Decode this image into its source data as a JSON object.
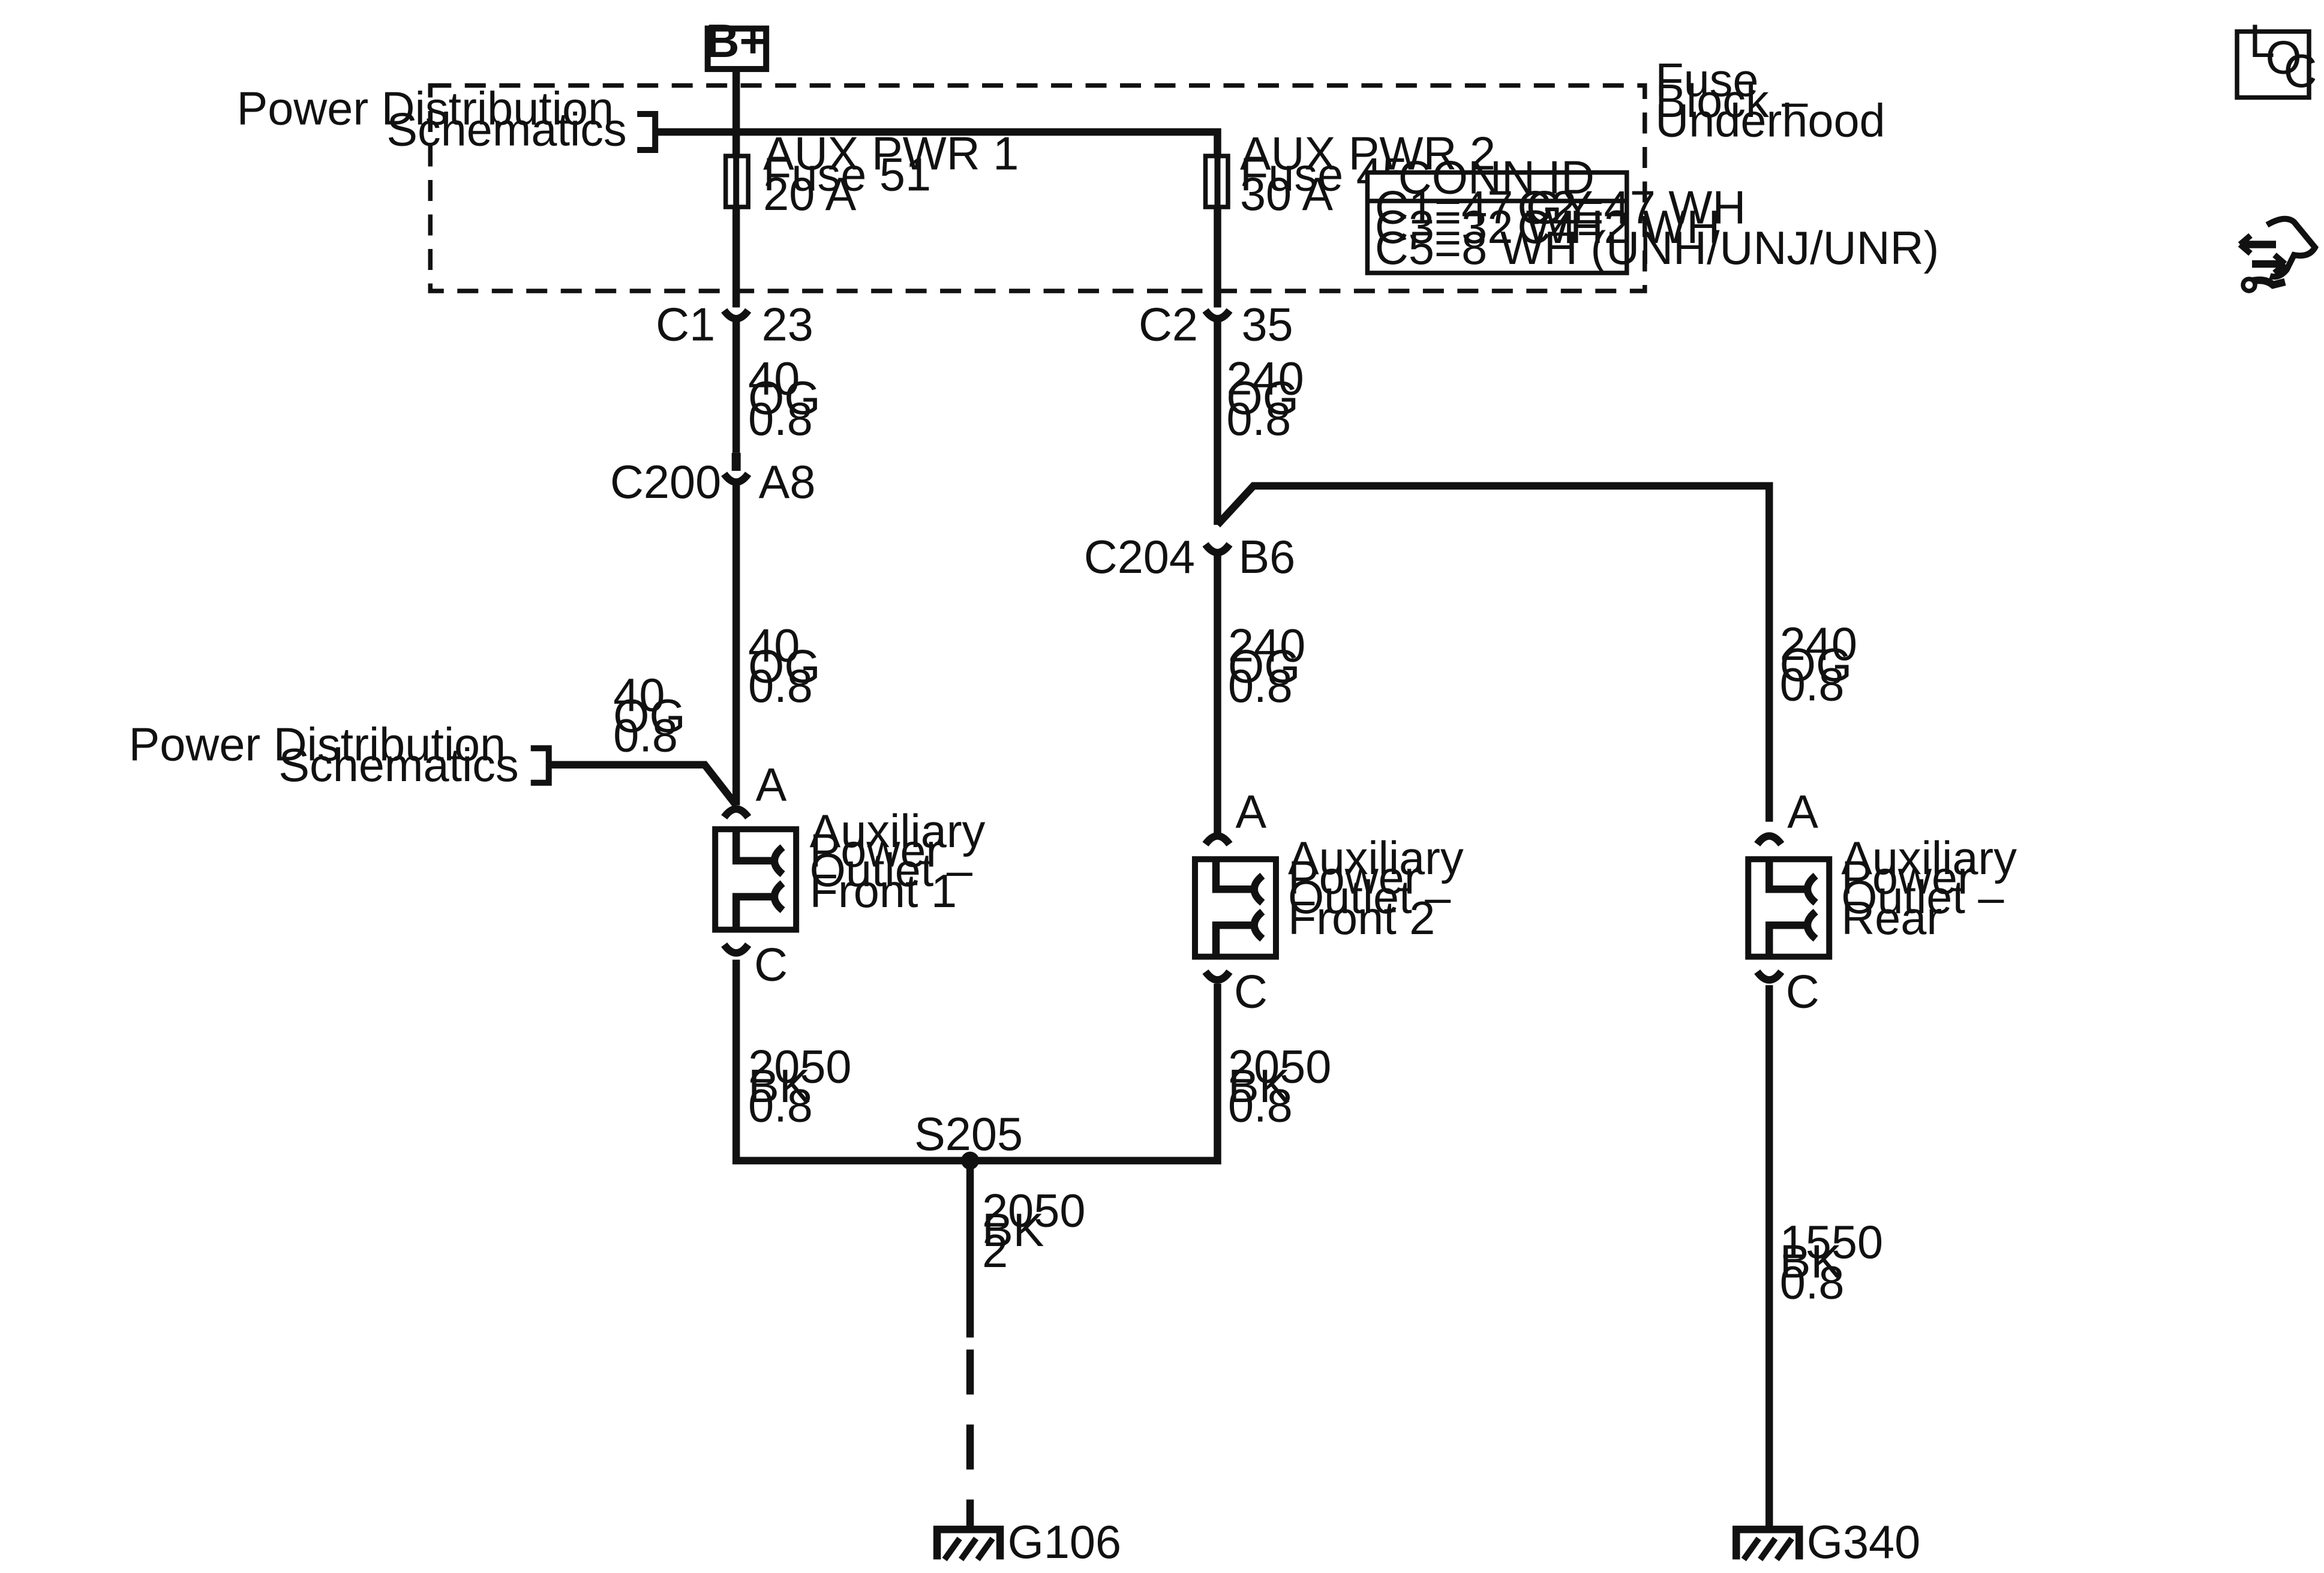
{
  "supply": {
    "label": "B+"
  },
  "fuse_block": {
    "label": [
      "Fuse",
      "Block –",
      "Underhood"
    ]
  },
  "power_ref_top": {
    "label": [
      "Power Distribution",
      "Schematics"
    ]
  },
  "power_ref_left": {
    "label": [
      "Power Distribution",
      "Schematics"
    ]
  },
  "fuses": [
    {
      "name": "AUX PWR 1",
      "number": "Fuse 51",
      "rating": "20 A"
    },
    {
      "name": "AUX PWR 2",
      "number": "Fuse 45",
      "rating": "30 A"
    }
  ],
  "conn_id": {
    "title": "CONN ID",
    "rows": [
      [
        "C1=47 GY",
        "C2=47 WH"
      ],
      [
        "C3=32 WH",
        "C4=2 WH"
      ],
      [
        "C5=8 WH (UNH/UNJ/UNR)",
        ""
      ]
    ]
  },
  "connectors": {
    "c1": {
      "name": "C1",
      "pin": "23"
    },
    "c2": {
      "name": "C2",
      "pin": "35"
    },
    "c200": {
      "name": "C200",
      "pin": "A8"
    },
    "c204": {
      "name": "C204",
      "pin": "B6"
    }
  },
  "wires": {
    "w1": [
      "40",
      "OG",
      "0.8"
    ],
    "w2": [
      "240",
      "OG",
      "0.8"
    ],
    "w3": [
      "40",
      "OG",
      "0.8"
    ],
    "w4": [
      "40",
      "OG",
      "0.8"
    ],
    "w5": [
      "240",
      "OG",
      "0.8"
    ],
    "w6": [
      "240",
      "OG",
      "0.8"
    ],
    "w7": [
      "2050",
      "BK",
      "0.8"
    ],
    "w8": [
      "2050",
      "BK",
      "0.8"
    ],
    "w9": [
      "2050",
      "BK",
      "2"
    ],
    "w10": [
      "1550",
      "BK",
      "0.8"
    ]
  },
  "outlets": [
    {
      "label": [
        "Auxiliary",
        "Power",
        "Outlet –",
        "Front 1"
      ],
      "pin_in": "A",
      "pin_out": "C"
    },
    {
      "label": [
        "Auxiliary",
        "Power",
        "Outlet –",
        "Front 2"
      ],
      "pin_in": "A",
      "pin_out": "C"
    },
    {
      "label": [
        "Auxiliary",
        "Power",
        "Outlet –",
        "Rear"
      ],
      "pin_in": "A",
      "pin_out": "C"
    }
  ],
  "splice": {
    "label": "S205"
  },
  "grounds": {
    "g106": "G106",
    "g340": "G340"
  },
  "loc_icon": {
    "letters": [
      "L",
      "O",
      "C"
    ]
  },
  "icons": {
    "location": "loc-icon",
    "troubleshoot": "hand-wrench-icon"
  }
}
